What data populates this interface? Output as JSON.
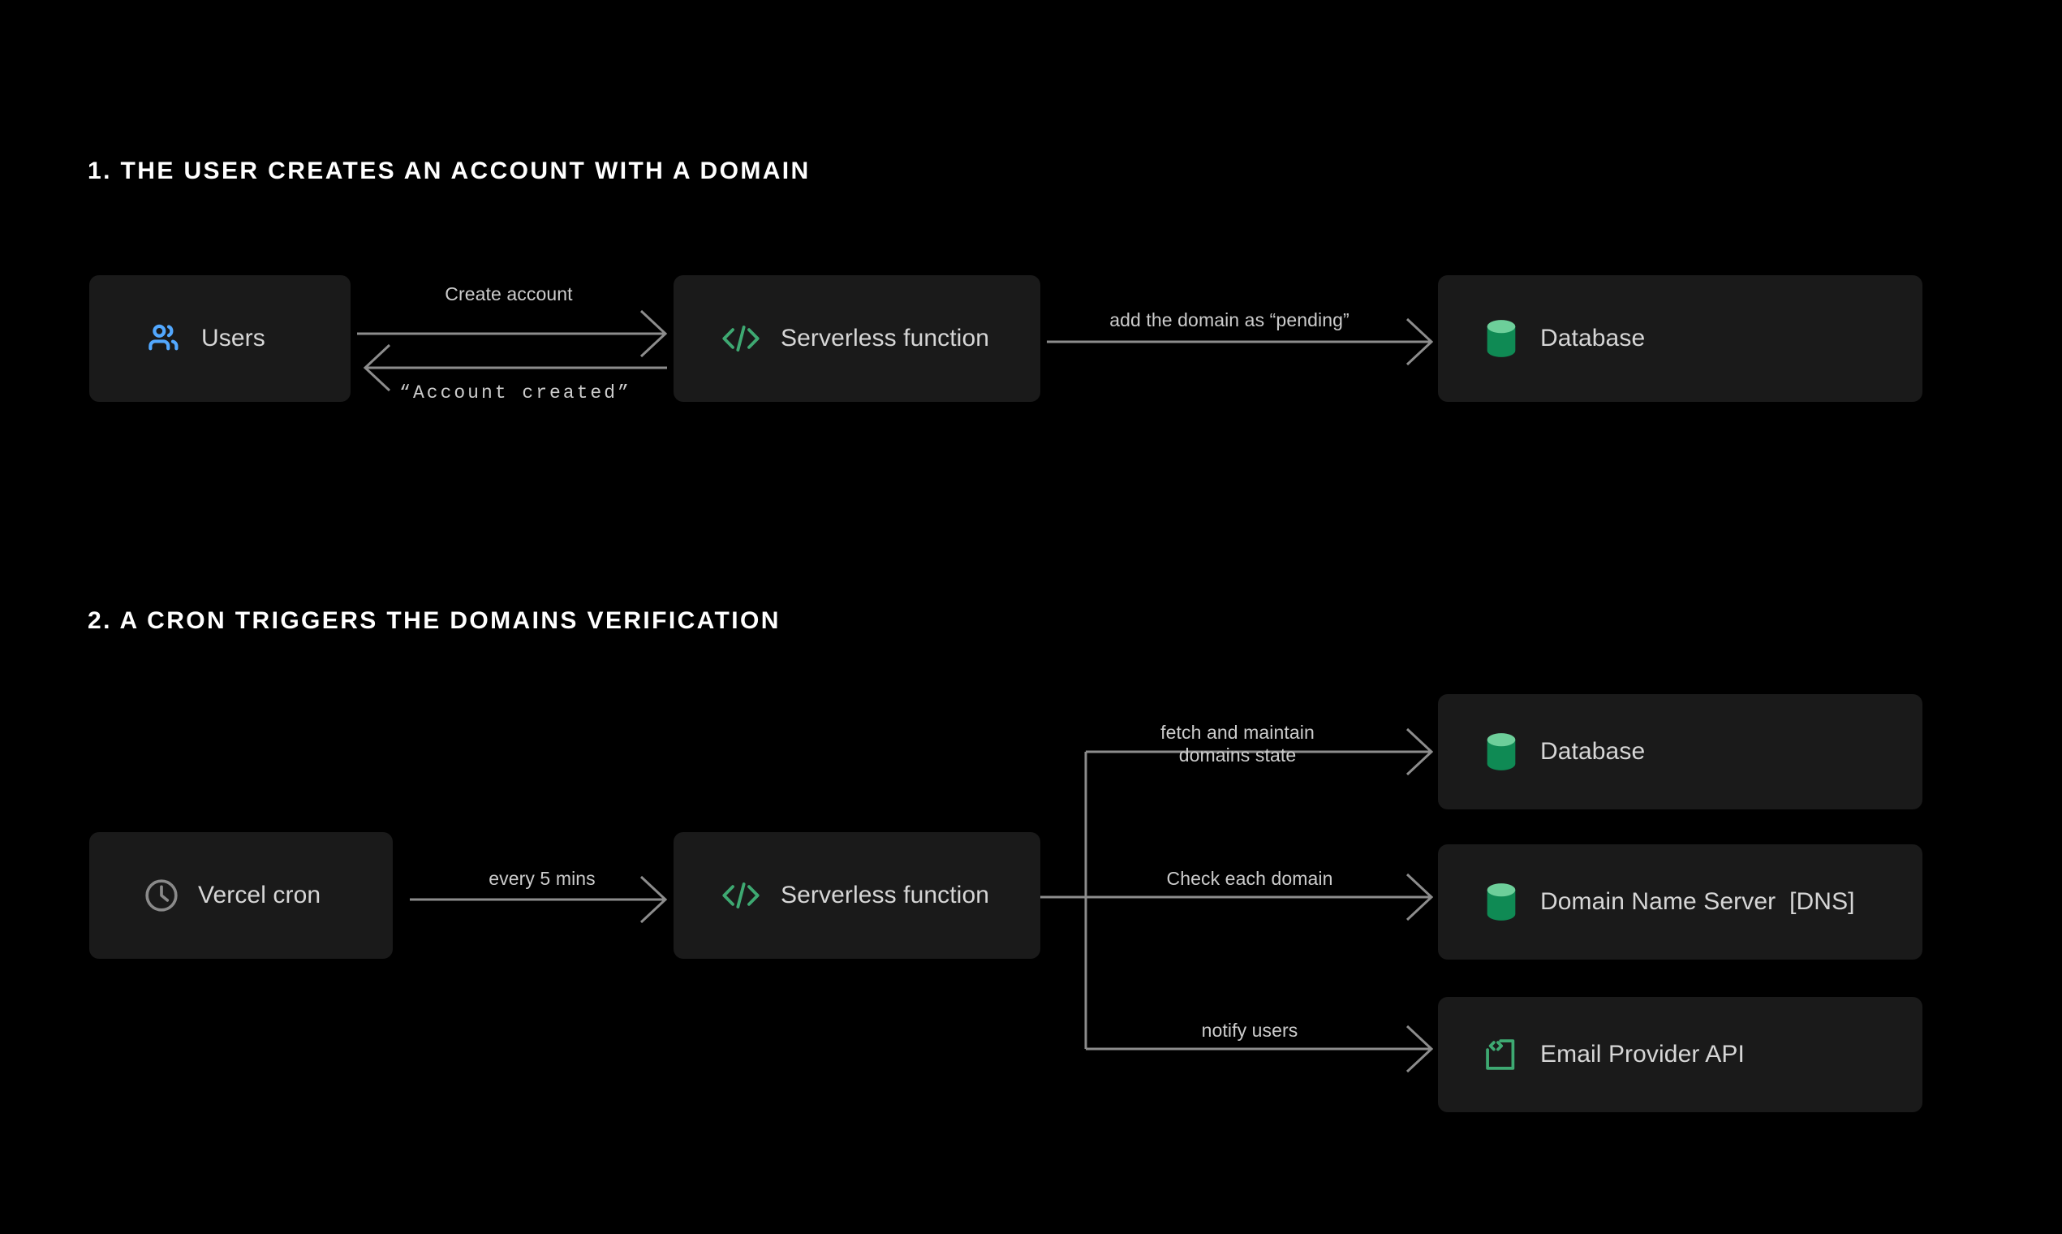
{
  "theme": {
    "background": "#000000",
    "node_fill": "#1a1a1a",
    "node_text": "#d6d6d6",
    "heading_text": "#ffffff",
    "wire": "#8c8c8c",
    "edge_label_text": "#cccccc",
    "accent_blue": "#52a8ff",
    "accent_green": "#3ea972",
    "db_green_top": "#6dcf9a",
    "db_green_body": "#0f8a54",
    "clock_gray": "#8a8a8a"
  },
  "sections": [
    {
      "id": "section-1",
      "heading": "1. THE USER CREATES AN ACCOUNT WITH A DOMAIN",
      "nodes": [
        {
          "id": "users",
          "label": "Users",
          "icon": "users-icon"
        },
        {
          "id": "serverless-1",
          "label": "Serverless function",
          "icon": "code-brackets-icon"
        },
        {
          "id": "database-1",
          "label": "Database",
          "icon": "database-cylinder-icon"
        }
      ],
      "edges": [
        {
          "id": "create-account",
          "label": "Create account",
          "from": "users",
          "to": "serverless-1",
          "direction": "right"
        },
        {
          "id": "account-created",
          "label": "“Account created”",
          "from": "serverless-1",
          "to": "users",
          "direction": "left",
          "style": "mono"
        },
        {
          "id": "add-domain",
          "label": "add the domain as “pending”",
          "from": "serverless-1",
          "to": "database-1",
          "direction": "right"
        }
      ]
    },
    {
      "id": "section-2",
      "heading": "2. A CRON TRIGGERS THE DOMAINS VERIFICATION",
      "nodes": [
        {
          "id": "cron",
          "label": "Vercel cron",
          "icon": "clock-icon"
        },
        {
          "id": "serverless-2",
          "label": "Serverless function",
          "icon": "code-brackets-icon"
        },
        {
          "id": "database-2",
          "label": "Database",
          "icon": "database-cylinder-icon"
        },
        {
          "id": "dns",
          "label": "Domain Name Server  [DNS]",
          "icon": "database-cylinder-icon"
        },
        {
          "id": "email",
          "label": "Email Provider API",
          "icon": "code-square-icon"
        }
      ],
      "edges": [
        {
          "id": "every-5-mins",
          "label": "every 5 mins",
          "from": "cron",
          "to": "serverless-2",
          "direction": "right"
        },
        {
          "id": "fetch-maintain",
          "label": "fetch and maintain\ndomains state",
          "from": "serverless-2",
          "to": "database-2",
          "direction": "right"
        },
        {
          "id": "check-domain",
          "label": "Check each domain",
          "from": "serverless-2",
          "to": "dns",
          "direction": "right"
        },
        {
          "id": "notify-users",
          "label": "notify users",
          "from": "serverless-2",
          "to": "email",
          "direction": "right"
        }
      ]
    }
  ]
}
